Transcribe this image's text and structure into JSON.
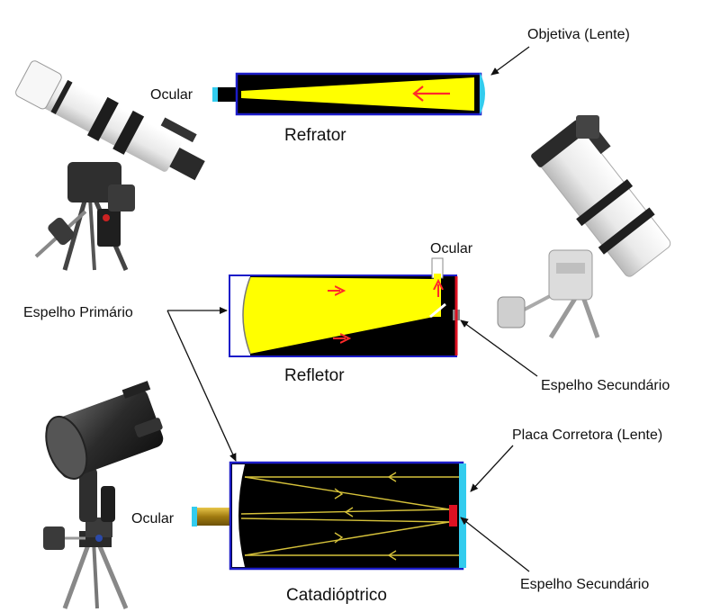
{
  "colors": {
    "light": "#ffff00",
    "tube": "#000000",
    "frame": "#1c1cc8",
    "lens": "#33ccee",
    "ray": "#ff2a2a",
    "mirror": "#dd1122",
    "eyepiece_gold": "#b08a1a",
    "mount": "#333333",
    "scope_white": "#f2f2f2",
    "scope_dark": "#2a2a2a"
  },
  "refractor": {
    "title": "Refrator",
    "eyepiece_label": "Ocular",
    "objective_label": "Objetiva (Lente)"
  },
  "reflector": {
    "title": "Refletor",
    "eyepiece_label": "Ocular",
    "primary_label": "Espelho Primário",
    "secondary_label": "Espelho Secundário"
  },
  "catadioptric": {
    "title": "Catadióptrico",
    "eyepiece_label": "Ocular",
    "corrector_label": "Placa Corretora (Lente)",
    "secondary_label": "Espelho Secundário"
  },
  "photos": {
    "refractor_photo": "refractor-telescope-on-mount",
    "reflector_photo": "newtonian-telescope-on-mount",
    "catadioptric_photo": "schmidt-cassegrain-telescope-on-tripod"
  }
}
